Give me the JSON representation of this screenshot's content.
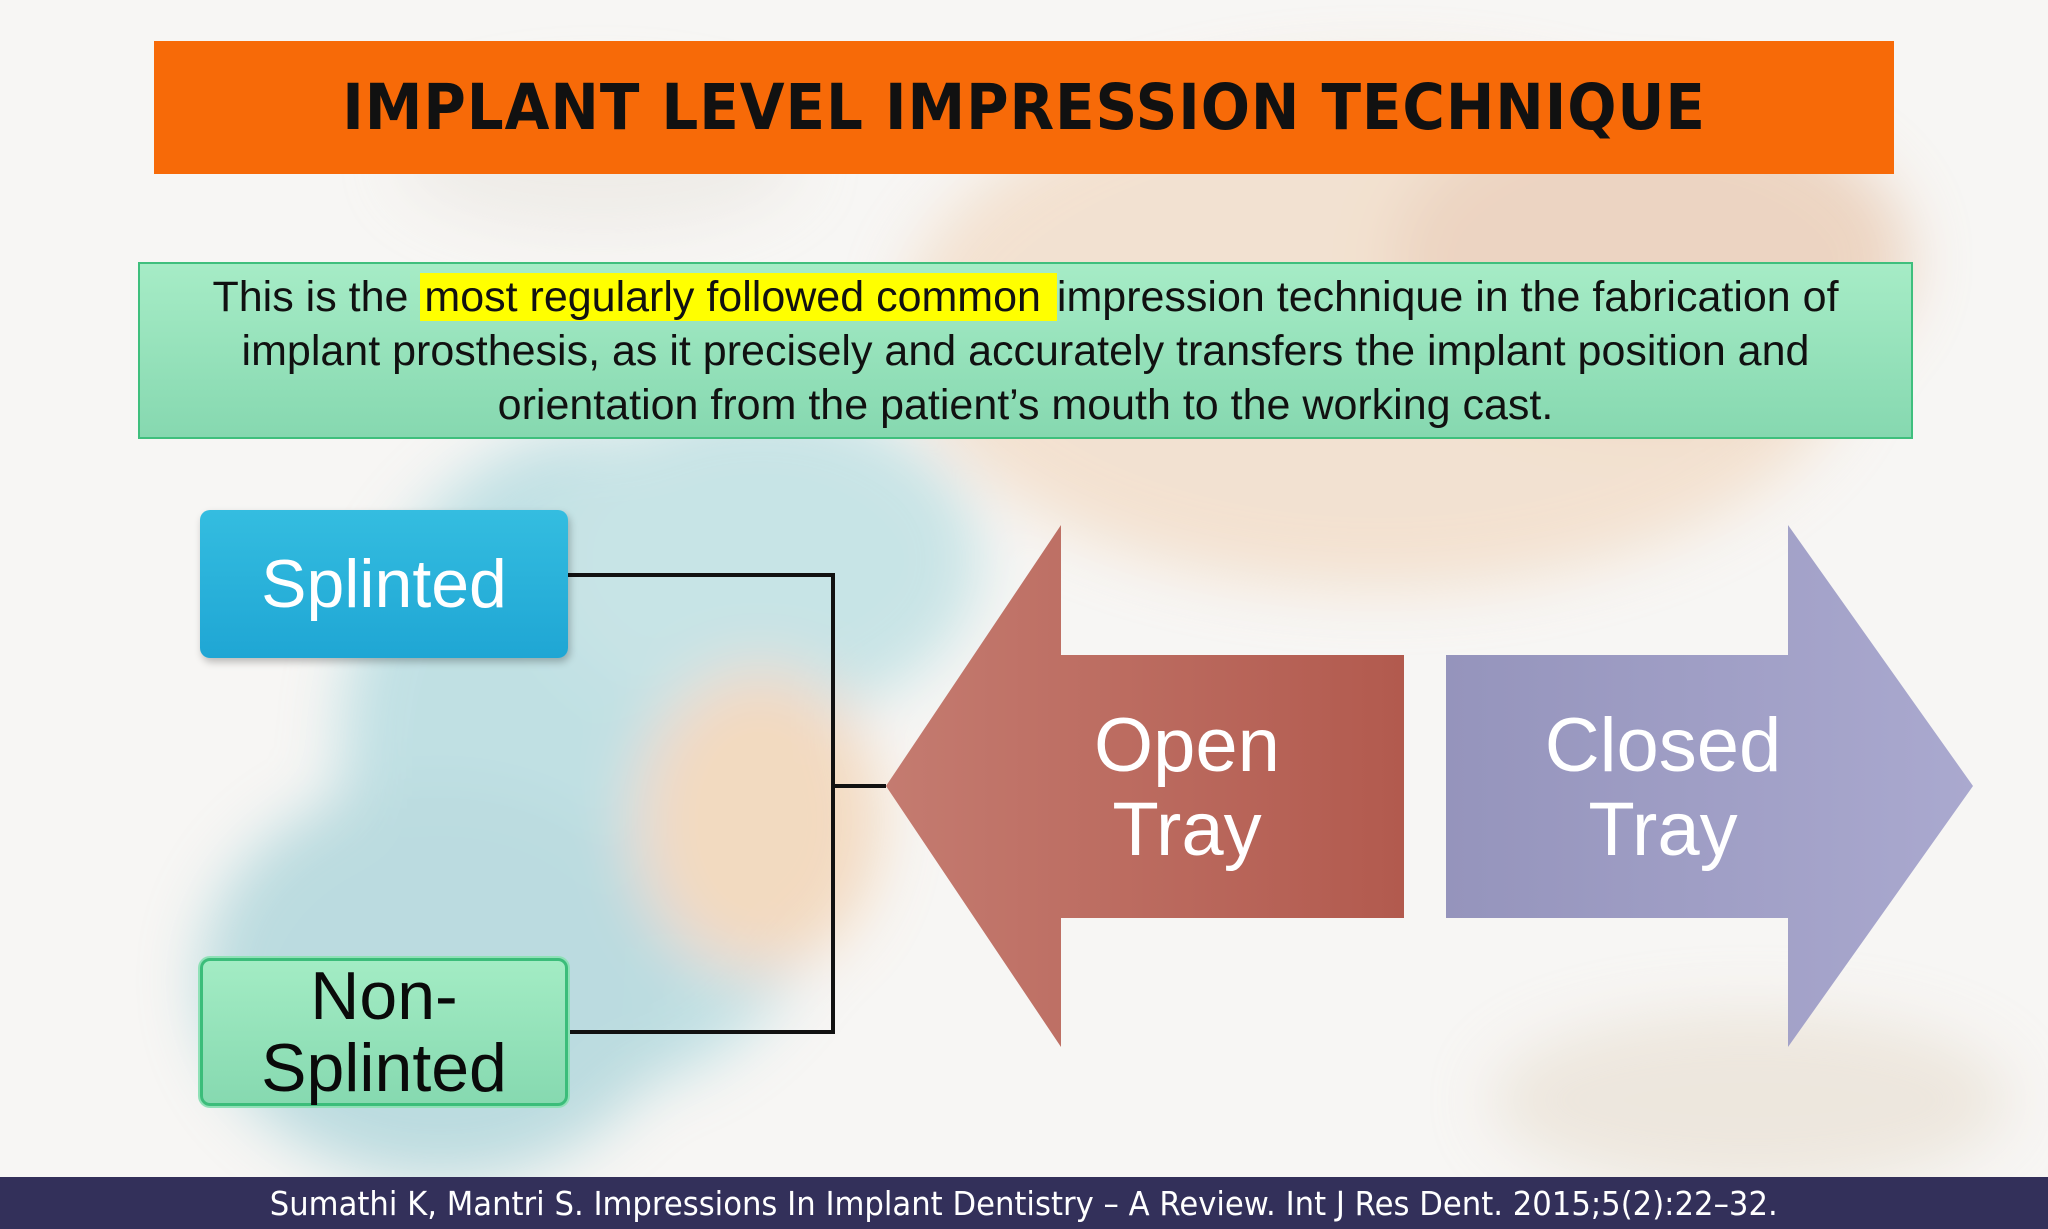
{
  "slide": {
    "title": "IMPLANT LEVEL IMPRESSION TECHNIQUE",
    "description": {
      "before": "This is the ",
      "highlight": "most regularly followed common ",
      "after": "impression technique in the fabrication of implant prosthesis, as it precisely and accurately transfers the implant position and orientation from the patient’s mouth to the working cast."
    },
    "diagram": {
      "open_tray": "Open Tray",
      "closed_tray": "Closed Tray",
      "splinted": "Splinted",
      "non_splinted": "Non-Splinted"
    },
    "citation": "Sumathi K, Mantri S. Impressions In Implant Dentistry – A Review. Int J Res Dent. 2015;5(2):22–32."
  },
  "colors": {
    "title_bar": "#f76a08",
    "desc_box": "#9fe6c0",
    "highlight": "#ffff00",
    "splinted_box": "#25aed9",
    "non_splinted_box": "#9de8c0",
    "open_arrow": "#b9685e",
    "closed_arrow": "#9d9cc4",
    "footer_bar": "#33305a"
  }
}
